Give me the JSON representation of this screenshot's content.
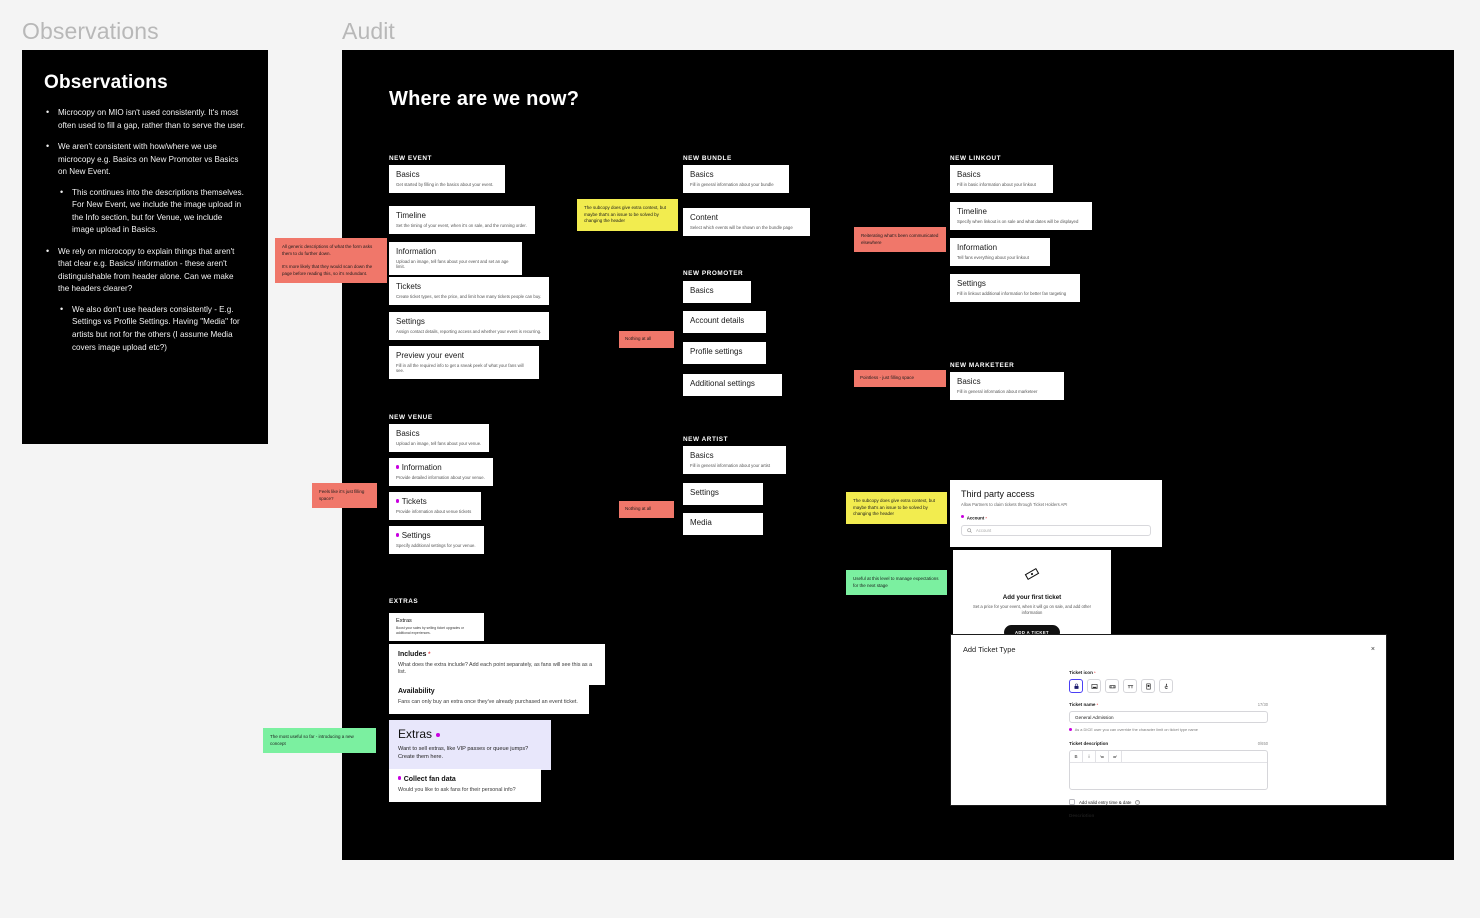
{
  "frames": {
    "observations_title": "Observations",
    "audit_title": "Audit"
  },
  "observations": {
    "heading": "Observations",
    "bullets": [
      {
        "text": "Microcopy on MIO isn't used consistently. It's most often used to fill a gap, rather than to serve the user.",
        "children": []
      },
      {
        "text": "We aren't consistent with how/where we use microcopy e.g. Basics on New Promoter vs Basics on New Event.",
        "children": [
          "This continues into the descriptions themselves. For New Event, we include the image upload in the Info section, but for Venue, we include image upload in Basics."
        ]
      },
      {
        "text": "We rely on microcopy to explain things that aren't that clear e.g. Basics/ information - these aren't distinguishable from header alone. Can we make the headers clearer?",
        "children": [
          "We also don't use headers consistently - E.g. Settings vs Profile Settings. Having \"Media\" for artists but not for the others (I assume Media covers image upload etc?)"
        ]
      }
    ]
  },
  "audit": {
    "heading": "Where are we now?",
    "groups": {
      "new_event": {
        "label": "NEW EVENT",
        "cards": [
          {
            "title": "Basics",
            "sub": "Get started by filling in the basics about your event."
          },
          {
            "title": "Timeline",
            "sub": "Set the timing of your event, when it's on sale, and the running order."
          },
          {
            "title": "Information",
            "sub": "Upload an image, tell fans about your event and set an age limit."
          },
          {
            "title": "Tickets",
            "sub": "Create ticket types, set the price, and limit how many tickets people can buy."
          },
          {
            "title": "Settings",
            "sub": "Assign contact details, reporting access and whether your event is recurring."
          },
          {
            "title": "Preview your event",
            "sub": "Fill in all the required info to get a sneak peek of what your fans will see."
          }
        ]
      },
      "new_bundle": {
        "label": "NEW BUNDLE",
        "cards": [
          {
            "title": "Basics",
            "sub": "Fill in general information about your bundle"
          },
          {
            "title": "Content",
            "sub": "Select which events will be shown on the bundle page"
          }
        ]
      },
      "new_promoter": {
        "label": "NEW PROMOTER",
        "cards": [
          {
            "title": "Basics",
            "sub": ""
          },
          {
            "title": "Account details",
            "sub": ""
          },
          {
            "title": "Profile settings",
            "sub": ""
          },
          {
            "title": "Additional settings",
            "sub": ""
          }
        ]
      },
      "new_linkout": {
        "label": "NEW LINKOUT",
        "cards": [
          {
            "title": "Basics",
            "sub": "Fill in basic information about your linkout"
          },
          {
            "title": "Timeline",
            "sub": "Specify when linkout is on sale and what dates will be displayed"
          },
          {
            "title": "Information",
            "sub": "Tell fans everything about your linkout"
          },
          {
            "title": "Settings",
            "sub": "Fill in linkout additional information for better fan targeting"
          }
        ]
      },
      "new_marketeer": {
        "label": "NEW MARKETEER",
        "cards": [
          {
            "title": "Basics",
            "sub": "Fill in general information about marketeer"
          }
        ]
      },
      "new_venue": {
        "label": "NEW VENUE",
        "cards": [
          {
            "title": "Basics",
            "sub": "Upload an image, tell fans about your venue.",
            "dot": false
          },
          {
            "title": "Information",
            "sub": "Provide detailed information about your venue.",
            "dot": true
          },
          {
            "title": "Tickets",
            "sub": "Provide information about venue tickets",
            "dot": true
          },
          {
            "title": "Settings",
            "sub": "Specify additional settings for your venue.",
            "dot": true
          }
        ]
      },
      "new_artist": {
        "label": "NEW ARTIST",
        "cards": [
          {
            "title": "Basics",
            "sub": "Fill in general information about your artist"
          },
          {
            "title": "Settings",
            "sub": ""
          },
          {
            "title": "Media",
            "sub": ""
          }
        ]
      },
      "extras": {
        "label": "EXTRAS",
        "cards": [
          {
            "title": "Extras",
            "sub": "Boost your sales by selling ticket upgrades or additional experiences.",
            "style": "small"
          },
          {
            "title": "Includes",
            "required": true,
            "sub": "What does the extra include? Add each point separately, as fans will see this as a list.",
            "style": "bold"
          },
          {
            "title": "Availability",
            "sub": "Fans can only buy an extra once they've already purchased an event ticket.",
            "style": "bold"
          },
          {
            "title": "Extras",
            "dot": true,
            "sub": "Want to sell extras, like VIP passes or queue jumps? Create them here.",
            "style": "big"
          },
          {
            "title": "Collect fan data",
            "dot": true,
            "sub": "Would you like to ask fans for their personal info?",
            "style": "bold"
          }
        ]
      }
    },
    "notes": [
      {
        "id": "note-generic-descriptions",
        "color": "red",
        "paragraphs": [
          "All generic descriptions of what the form asks them to do further down.",
          "It's more likely that they would scan down the page before reading this, so it's redundant."
        ]
      },
      {
        "id": "note-subcopy-context-1",
        "color": "yellow",
        "paragraphs": [
          "The subcopy does give extra context, but maybe that's an issue to be solved by changing the header"
        ]
      },
      {
        "id": "note-reiterating",
        "color": "red",
        "paragraphs": [
          "Reiterating what's been communicated elsewhere"
        ]
      },
      {
        "id": "note-nothing-at-all-1",
        "color": "red",
        "paragraphs": [
          "Nothing at all"
        ]
      },
      {
        "id": "note-pointless",
        "color": "red",
        "paragraphs": [
          "Pointless - just filling space"
        ]
      },
      {
        "id": "note-filling-space",
        "color": "red",
        "paragraphs": [
          "Feels like it's just filling space?"
        ]
      },
      {
        "id": "note-nothing-at-all-2",
        "color": "red",
        "paragraphs": [
          "Nothing at all"
        ]
      },
      {
        "id": "note-subcopy-context-2",
        "color": "yellow",
        "paragraphs": [
          "The subcopy does give extra context, but maybe that's an issue to be solved by changing the header"
        ]
      },
      {
        "id": "note-useful-expectations",
        "color": "green",
        "paragraphs": [
          "Useful at this level to manage expectations for the next stage"
        ]
      },
      {
        "id": "note-most-useful",
        "color": "green",
        "paragraphs": [
          "The most useful so far - introducing a new concept"
        ]
      }
    ],
    "third_party": {
      "title": "Third party access",
      "subtitle": "Allow Partners to claim tickets through Ticket Holders API",
      "field_label": "Account",
      "field_placeholder": "Account"
    },
    "ticket_empty": {
      "icon": "ticket-icon",
      "title": "Add your first ticket",
      "subtitle": "Set a price for your event, when it will go on sale, and add other information",
      "button": "ADD A TICKET"
    },
    "modal": {
      "title": "Add Ticket Type",
      "close": "×",
      "icon_label": "Ticket icon",
      "icons": [
        "lock-icon",
        "image-icon",
        "sofa-icon",
        "table-icon",
        "card-icon",
        "accessibility-icon"
      ],
      "name_label": "Ticket name",
      "name_count": "17/30",
      "name_value": "General Admission",
      "name_hint": "As a DICE user you can override the character limit on ticket type name",
      "desc_label": "Ticket description",
      "desc_count": "0/650",
      "desc_toolbar": [
        "B",
        "i",
        "≔",
        "≕"
      ],
      "checkbox_label": "Add valid entry time & date",
      "partial_label": "Description"
    }
  }
}
